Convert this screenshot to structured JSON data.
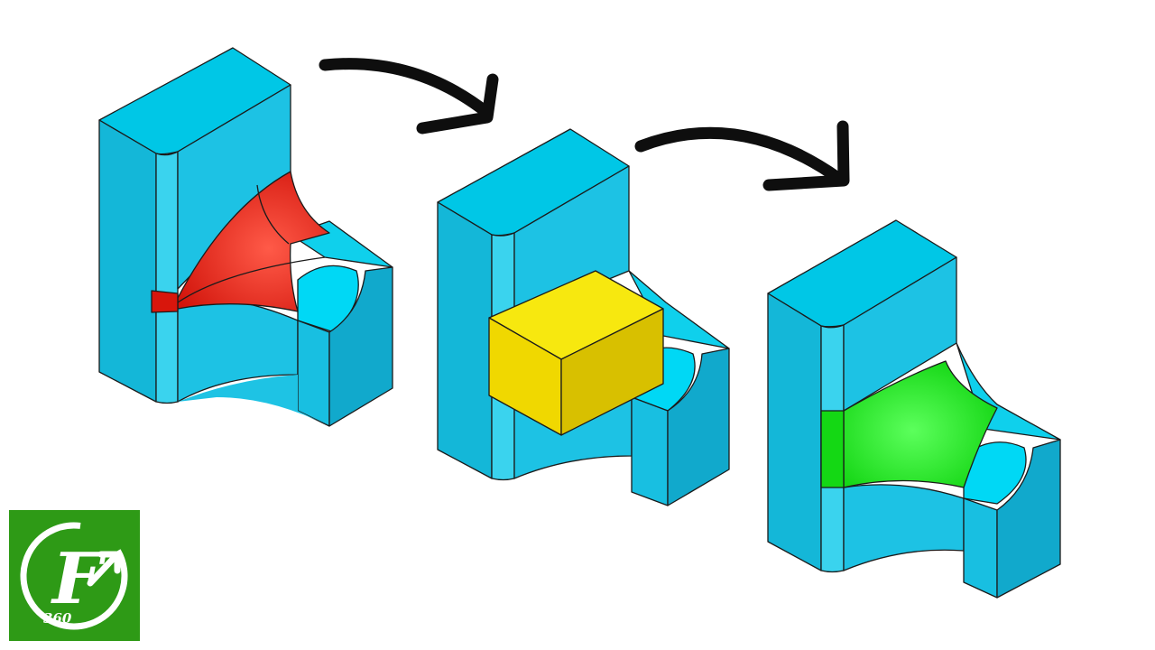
{
  "scene": {
    "description_free": true,
    "colors": {
      "background": "#ffffff",
      "body_top": "#00c7e6",
      "body_front": "#1cc4e5",
      "body_side": "#12aacd",
      "edge": "#1b1b1b",
      "red_face": "#e0190f",
      "red_face_light": "#f24a3a",
      "yellow_face_top": "#f7e80f",
      "yellow_face_front": "#f1da00",
      "yellow_face_side": "#d9c100",
      "green_face": "#14e014",
      "green_face_light": "#49f24a",
      "arrow": "#0e0e0e"
    },
    "parts": [
      {
        "name": "part-1",
        "highlight": "red"
      },
      {
        "name": "part-2",
        "highlight": "yellow"
      },
      {
        "name": "part-3",
        "highlight": "green"
      }
    ],
    "arrows": 2
  },
  "logo": {
    "letter": "F",
    "number": "360",
    "bg_color": "#2e9a16",
    "fg_color": "#ffffff"
  }
}
